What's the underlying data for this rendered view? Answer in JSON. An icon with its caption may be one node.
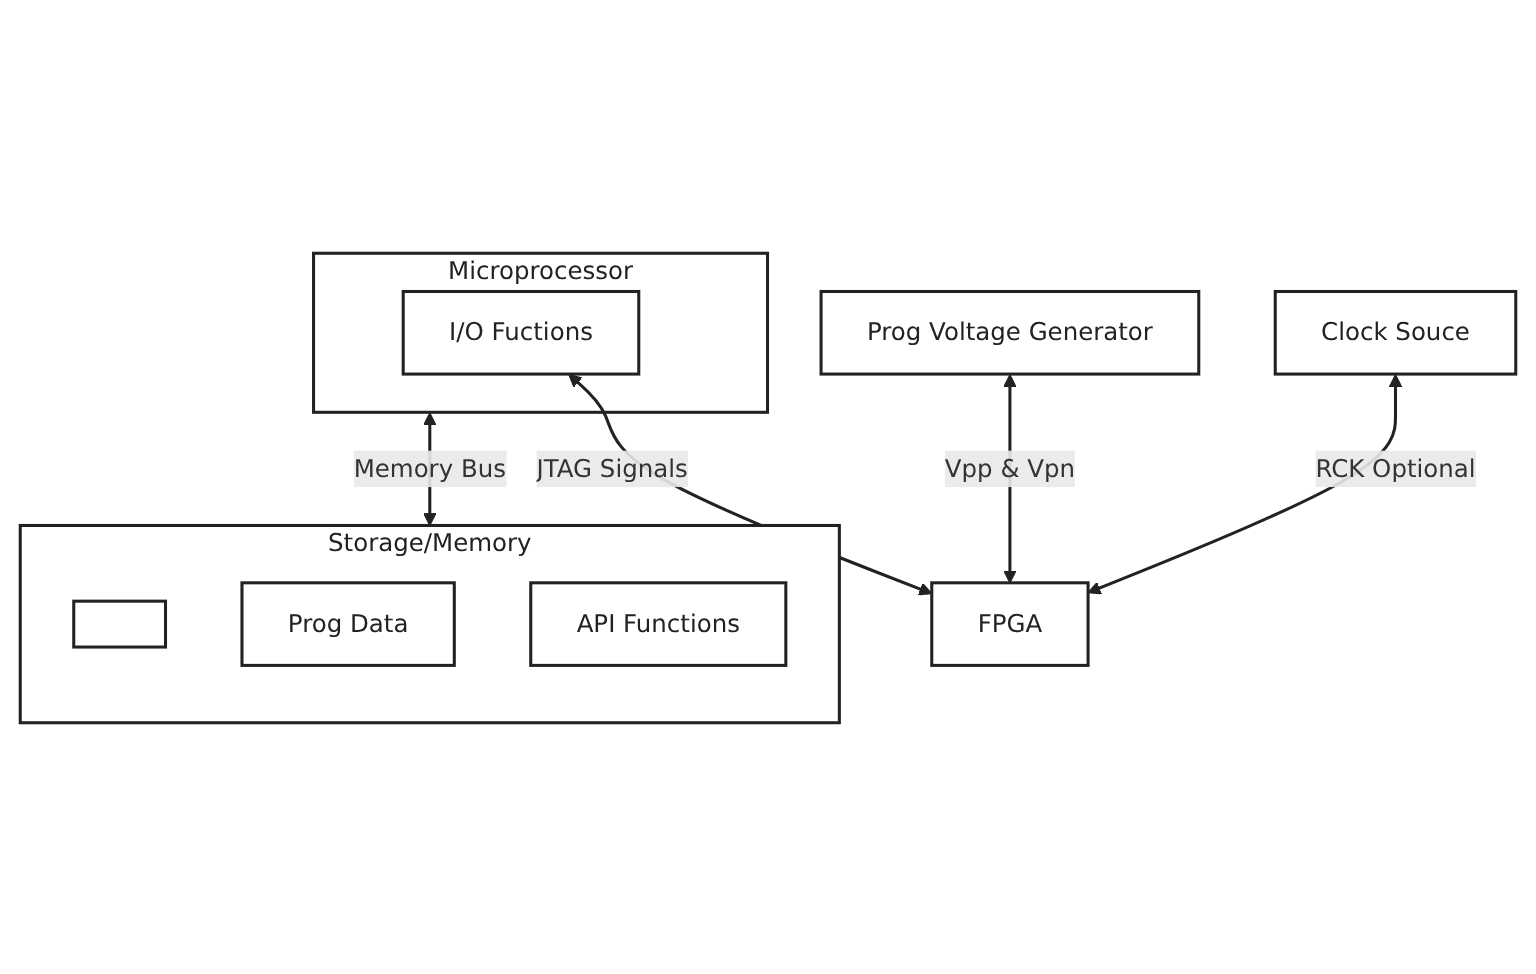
{
  "diagram": {
    "nodes": [
      {
        "text": [
          "Microprocessor"
        ]
      },
      {
        "text": [
          "I/O Fuctions"
        ],
        "in": 0
      },
      {
        "text": [
          "Storage/Memory"
        ]
      },
      {
        "text": [],
        "shape": "box",
        "in": 2
      },
      {
        "text": [
          "Prog Data"
        ],
        "in": 2
      },
      {
        "text": [
          "API Functions"
        ],
        "in": 2
      },
      {
        "text": [
          "FPGA"
        ]
      },
      {
        "text": [
          "Prog Voltage Generator"
        ]
      },
      {
        "text": [
          "Clock Souce"
        ]
      }
    ],
    "edges": [
      {
        "from": 0,
        "to": 2,
        "arrow": "both",
        "label": "Memory Bus"
      },
      {
        "from": 1,
        "to": 6,
        "arrow": "both",
        "label": "JTAG Signals"
      },
      {
        "from": 7,
        "to": 6,
        "arrow": "both",
        "label": "Vpp & Vpn"
      },
      {
        "from": 8,
        "to": 6,
        "arrow": "both",
        "label": "RCK Optional"
      }
    ]
  }
}
